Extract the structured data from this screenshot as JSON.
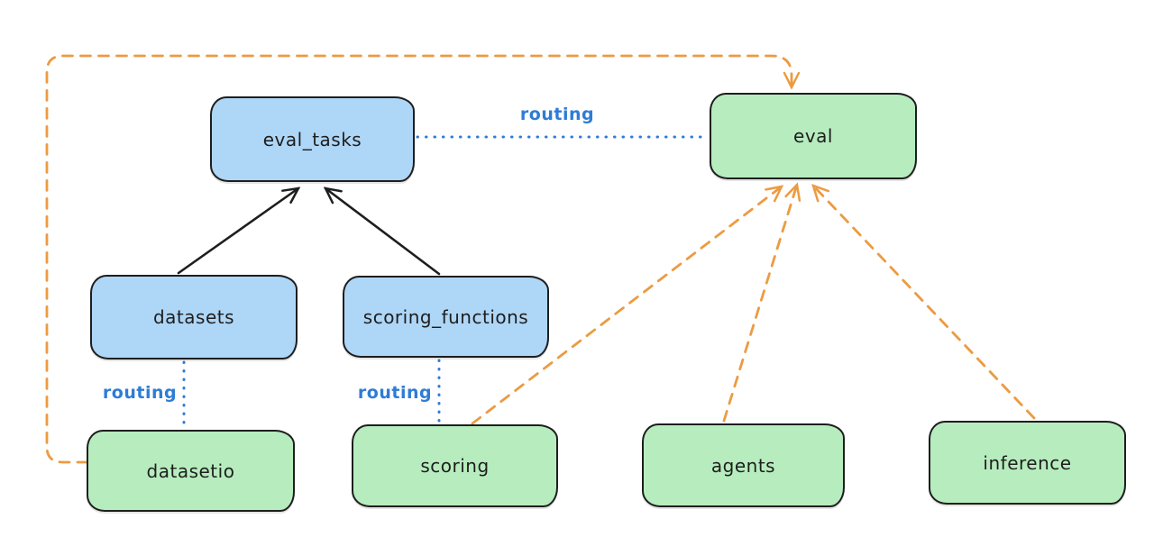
{
  "diagram": {
    "background": "#ffffff",
    "nodes": [
      {
        "id": "eval_tasks",
        "label": "eval_tasks",
        "kind": "registry-resource",
        "fill": "#aed6f7"
      },
      {
        "id": "eval",
        "label": "eval",
        "kind": "api",
        "fill": "#b7edbe"
      },
      {
        "id": "datasets",
        "label": "datasets",
        "kind": "registry-resource",
        "fill": "#aed6f7"
      },
      {
        "id": "scoring_functions",
        "label": "scoring_functions",
        "kind": "registry-resource",
        "fill": "#aed6f7"
      },
      {
        "id": "datasetio",
        "label": "datasetio",
        "kind": "api",
        "fill": "#b7edbe"
      },
      {
        "id": "scoring",
        "label": "scoring",
        "kind": "api",
        "fill": "#b7edbe"
      },
      {
        "id": "agents",
        "label": "agents",
        "kind": "api",
        "fill": "#b7edbe"
      },
      {
        "id": "inference",
        "label": "inference",
        "kind": "api",
        "fill": "#b7edbe"
      }
    ],
    "edges": [
      {
        "from": "datasets",
        "to": "eval_tasks",
        "style": "solid",
        "color": "#1e1e1e",
        "arrow": true,
        "label": ""
      },
      {
        "from": "scoring_functions",
        "to": "eval_tasks",
        "style": "solid",
        "color": "#1e1e1e",
        "arrow": true,
        "label": ""
      },
      {
        "from": "eval_tasks",
        "to": "eval",
        "style": "dotted",
        "color": "#2e7cd6",
        "arrow": false,
        "label": "routing"
      },
      {
        "from": "datasets",
        "to": "datasetio",
        "style": "dotted",
        "color": "#2e7cd6",
        "arrow": false,
        "label": "routing"
      },
      {
        "from": "scoring_functions",
        "to": "scoring",
        "style": "dotted",
        "color": "#2e7cd6",
        "arrow": false,
        "label": "routing"
      },
      {
        "from": "datasetio",
        "to": "eval",
        "style": "dashed",
        "color": "#ec9b42",
        "arrow": true,
        "label": ""
      },
      {
        "from": "scoring",
        "to": "eval",
        "style": "dashed",
        "color": "#ec9b42",
        "arrow": true,
        "label": ""
      },
      {
        "from": "agents",
        "to": "eval",
        "style": "dashed",
        "color": "#ec9b42",
        "arrow": true,
        "label": ""
      },
      {
        "from": "inference",
        "to": "eval",
        "style": "dashed",
        "color": "#ec9b42",
        "arrow": true,
        "label": ""
      }
    ],
    "colors": {
      "node_stroke": "#1e1e1e",
      "blue_fill": "#aed6f7",
      "green_fill": "#b7edbe",
      "routing_blue": "#2e7cd6",
      "orange_dashed": "#ec9b42"
    }
  }
}
